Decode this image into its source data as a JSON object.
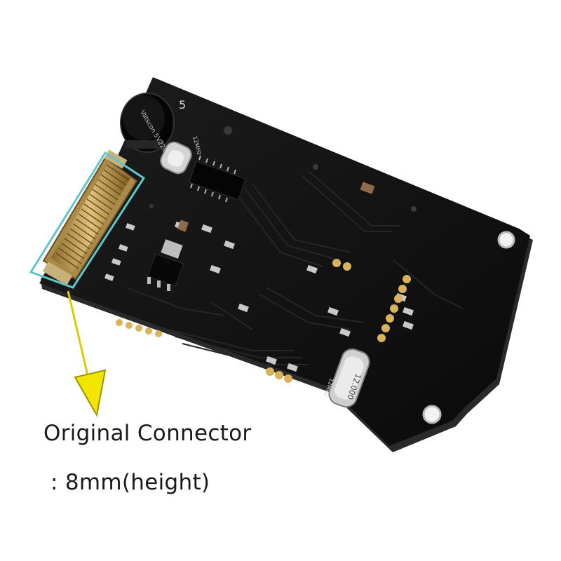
{
  "caption": {
    "connector_label": "Original Connector",
    "height_label": ": 8mm(height)"
  },
  "board": {
    "silkscreen_number": "5",
    "capacitor_marking": "Vatscon 5V220uF",
    "crystal_top_marking": "12MHz",
    "crystal_bottom_marking": "12.000",
    "crystal_bottom_freq": "12MHz"
  },
  "colors": {
    "board": "#111111",
    "highlight_box": "#5ec8cc",
    "arrow": "#f2e600",
    "connector": "#c9a75a"
  }
}
